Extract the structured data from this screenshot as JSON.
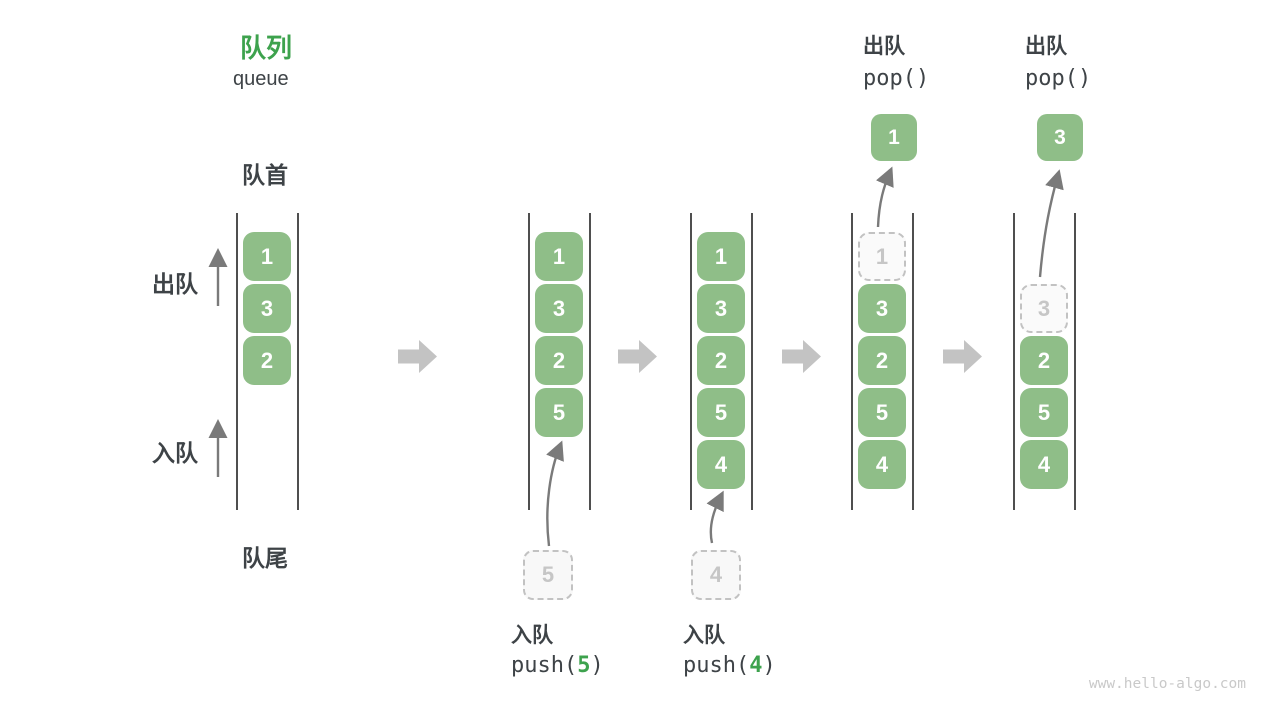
{
  "page": {
    "title_zh": "队列",
    "title_en": "queue",
    "watermark": "www.hello-algo.com"
  },
  "labels": {
    "front": "队首",
    "rear": "队尾",
    "dequeue_side": "出队",
    "enqueue_side": "入队"
  },
  "colors": {
    "green_box": "#8FBE88",
    "green_accent": "#3DA24D",
    "dark_text": "#3E4347",
    "gray_block_arrow": "#C3C3C3",
    "dashed_text": "#C6C6C6"
  },
  "queues": [
    {
      "slots": [
        {
          "v": "1"
        },
        {
          "v": "3"
        },
        {
          "v": "2"
        }
      ]
    },
    {
      "slots": [
        {
          "v": "1"
        },
        {
          "v": "3"
        },
        {
          "v": "2"
        },
        {
          "v": "5"
        }
      ]
    },
    {
      "slots": [
        {
          "v": "1"
        },
        {
          "v": "3"
        },
        {
          "v": "2"
        },
        {
          "v": "5"
        },
        {
          "v": "4"
        }
      ]
    },
    {
      "slots": [
        {
          "v": "1",
          "state": "dashed"
        },
        {
          "v": "3"
        },
        {
          "v": "2"
        },
        {
          "v": "5"
        },
        {
          "v": "4"
        }
      ]
    },
    {
      "slots": [
        {
          "v": "3",
          "state": "dashed"
        },
        {
          "v": "2"
        },
        {
          "v": "5"
        },
        {
          "v": "4"
        }
      ]
    }
  ],
  "operations": {
    "push5": {
      "label": "入队",
      "fn_open": "push(",
      "arg": "5",
      "fn_close": ")",
      "staged": "5"
    },
    "push4": {
      "label": "入队",
      "fn_open": "push(",
      "arg": "4",
      "fn_close": ")",
      "staged": "4"
    },
    "pop1": {
      "label": "出队",
      "fn": "pop()",
      "popped": "1"
    },
    "pop3": {
      "label": "出队",
      "fn": "pop()",
      "popped": "3"
    }
  }
}
